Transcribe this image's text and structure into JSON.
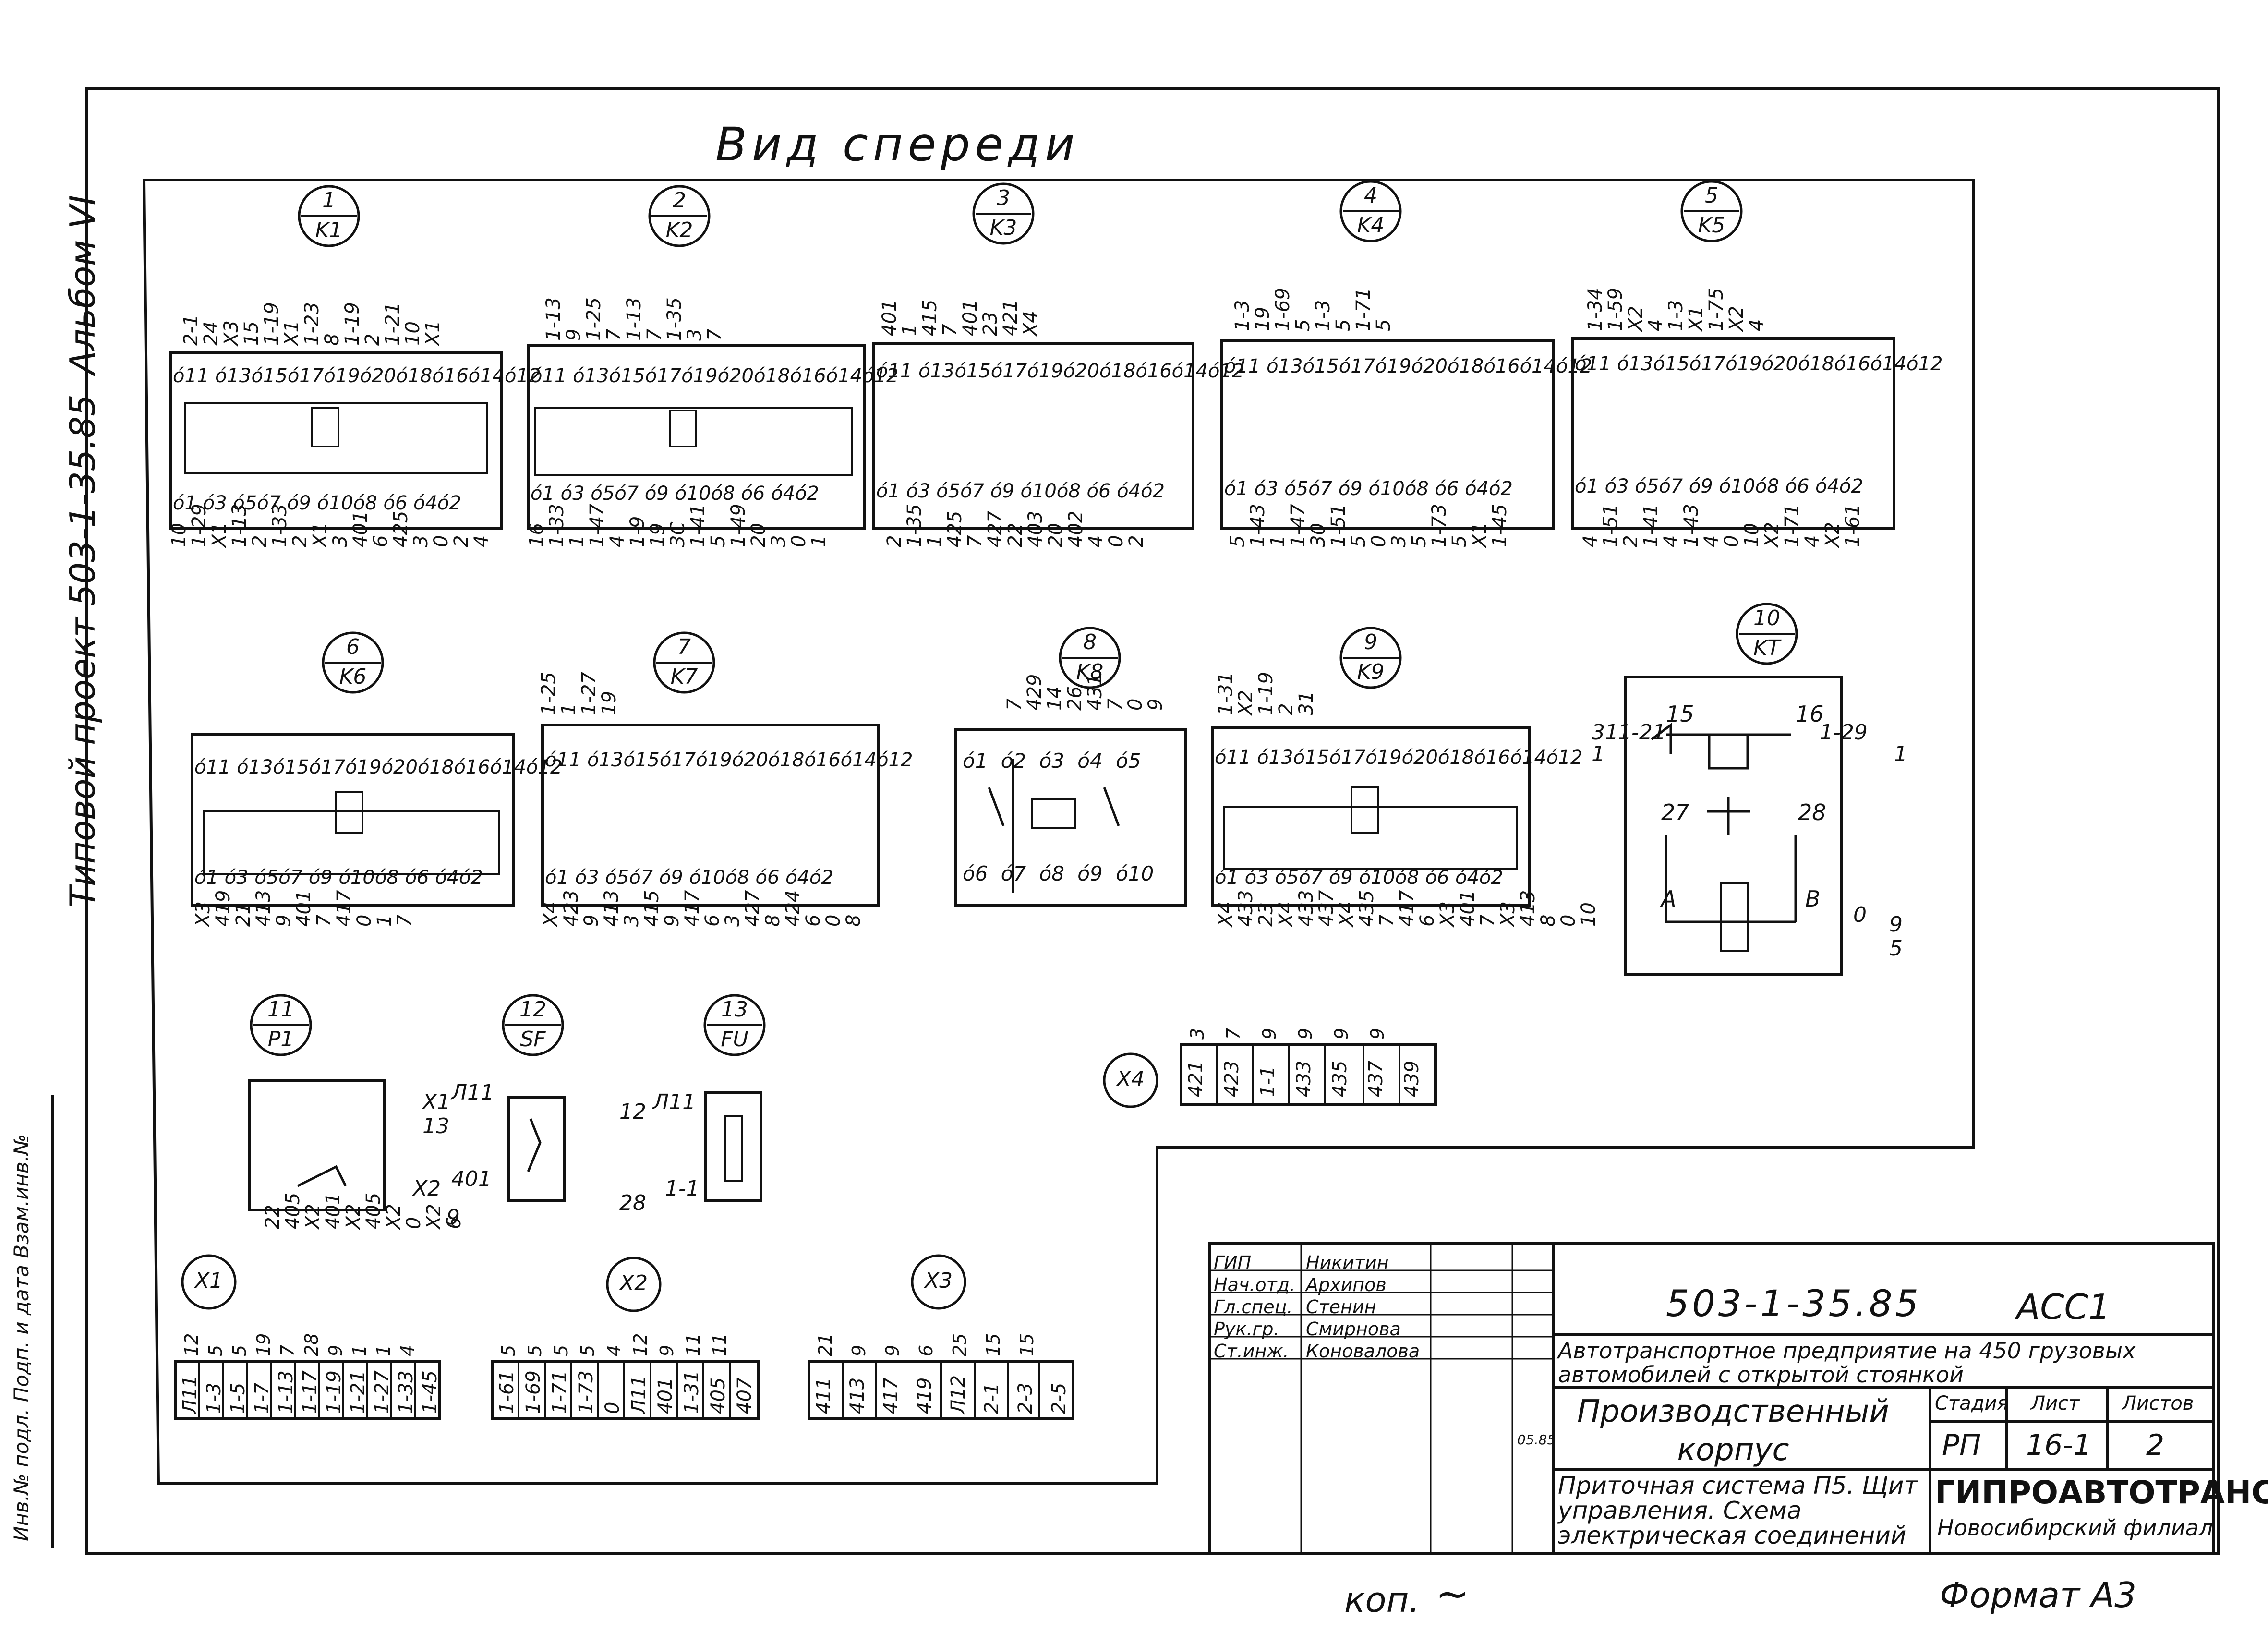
{
  "header": {
    "view_title": "Вид спереди"
  },
  "side": {
    "project": "Типовой проект 503-1-35.85",
    "album": "Альбом VI",
    "inventory": "Инв.№ подл. Подп. и дата Взам.инв.№"
  },
  "devices": [
    {
      "num": "1",
      "ref": "K1"
    },
    {
      "num": "2",
      "ref": "K2"
    },
    {
      "num": "3",
      "ref": "K3"
    },
    {
      "num": "4",
      "ref": "K4"
    },
    {
      "num": "5",
      "ref": "K5"
    },
    {
      "num": "6",
      "ref": "K6"
    },
    {
      "num": "7",
      "ref": "K7"
    },
    {
      "num": "8",
      "ref": "K8"
    },
    {
      "num": "9",
      "ref": "K9"
    },
    {
      "num": "10",
      "ref": "KT"
    },
    {
      "num": "11",
      "ref": "P1"
    },
    {
      "num": "12",
      "ref": "SF"
    },
    {
      "num": "13",
      "ref": "FU"
    }
  ],
  "terminals": {
    "top_row": "ó11 ó13ó15ó17ó19ó20ó18ó16ó14ó12",
    "bottom_row": "ó1 ó3 ó5ó7 ó9 ó10ó8 ó6 ó4ó2",
    "k8_top": "ó1 ó2 ó3 ó4 ó5",
    "k8_bottom": "ó6 ó7 ó8 ó9 ó10",
    "kt": [
      "15",
      "16",
      "27",
      "28",
      "A",
      "B"
    ]
  },
  "wire_labels": {
    "k1_top": [
      "2-1",
      "24",
      "X3",
      "15",
      "1-19",
      "X1",
      "1-23",
      "8",
      "1-19",
      "2",
      "1-21",
      "10",
      "X1"
    ],
    "k1_bottom": [
      "10",
      "1-29",
      "X1",
      "1-13",
      "2",
      "1-33",
      "2",
      "X1",
      "3",
      "401",
      "6",
      "425",
      "3",
      "0",
      "2",
      "4"
    ],
    "k2_top": [
      "1-13",
      "9",
      "1-25",
      "7",
      "1-13",
      "7",
      "1-35",
      "3",
      "7"
    ],
    "k2_bottom": [
      "16",
      "1-33",
      "1",
      "1-47",
      "4",
      "1-9",
      "19",
      "3C",
      "1-41",
      "5",
      "1-49",
      "20",
      "3",
      "0",
      "1"
    ],
    "k3_top": [
      "401",
      "1",
      "415",
      "7",
      "401",
      "23",
      "421",
      "X4"
    ],
    "k3_bottom": [
      "2",
      "1-35",
      "1",
      "425",
      "7",
      "427",
      "22",
      "403",
      "20",
      "402",
      "4",
      "0",
      "2"
    ],
    "k4_top": [
      "1-3",
      "19",
      "1-69",
      "5",
      "1-3",
      "5",
      "1-71",
      "5"
    ],
    "k4_bottom": [
      "5",
      "1-43",
      "1",
      "1-47",
      "30",
      "1-51",
      "5",
      "0",
      "3",
      "5",
      "1-73",
      "5",
      "X1",
      "1-45"
    ],
    "k5_top": [
      "1-34",
      "1-59",
      "X2",
      "4",
      "1-3",
      "X1",
      "1-75",
      "X2",
      "4"
    ],
    "k5_bottom": [
      "4",
      "1-51",
      "2",
      "1-41",
      "4",
      "1-43",
      "4",
      "0",
      "10",
      "X2",
      "1-71",
      "4",
      "X2",
      "1-61"
    ],
    "k6_bottom": [
      "X3",
      "419",
      "21",
      "413",
      "9",
      "401",
      "7",
      "417",
      "0",
      "1",
      "7"
    ],
    "k7_top": [
      "1-25",
      "1",
      "1-27",
      "19"
    ],
    "k7_bottom": [
      "X4",
      "423",
      "9",
      "413",
      "3",
      "415",
      "9",
      "417",
      "6",
      "3",
      "427",
      "8",
      "424",
      "6",
      "0",
      "8"
    ],
    "k8": [
      "7",
      "429",
      "14",
      "26",
      "431",
      "7",
      "0",
      "9"
    ],
    "k9_top": [
      "1-31",
      "X2",
      "1-19",
      "2",
      "31"
    ],
    "k9_bottom": [
      "X4",
      "433",
      "23",
      "X4",
      "433",
      "437",
      "X4",
      "435",
      "7",
      "417",
      "6",
      "X3",
      "401",
      "7",
      "X3",
      "413",
      "8",
      "0",
      "10"
    ],
    "kt": [
      "31",
      "1-21",
      "1",
      "1-29",
      "1",
      "0",
      "9",
      "5"
    ],
    "p1": [
      "22",
      "405",
      "X2",
      "401",
      "X2",
      "405",
      "X2",
      "0",
      "X2",
      "6"
    ],
    "sf": [
      "X1",
      "Л11",
      "13",
      "X2",
      "401",
      "9"
    ],
    "fu": [
      "12",
      "Л11",
      "28",
      "1-1"
    ]
  },
  "terminal_blocks": [
    {
      "id": "X1",
      "cells": [
        "Л11",
        "1-3",
        "1-5",
        "1-7",
        "1-13",
        "1-17",
        "1-19",
        "1-21",
        "1-27",
        "1-33",
        "1-45"
      ],
      "wires": [
        "12",
        "5",
        "5",
        "19",
        "7",
        "28",
        "9",
        "1",
        "1",
        "4"
      ]
    },
    {
      "id": "X2",
      "cells": [
        "1-61",
        "1-69",
        "1-71",
        "1-73",
        "0",
        "Л11",
        "401",
        "1-31",
        "405",
        "407"
      ],
      "wires": [
        "5",
        "5",
        "5",
        "5",
        "4",
        "12",
        "9",
        "11",
        "11"
      ]
    },
    {
      "id": "X3",
      "cells": [
        "411",
        "413",
        "417",
        "419",
        "Л12",
        "2-1",
        "2-3",
        "2-5"
      ],
      "wires": [
        "21",
        "9",
        "9",
        "6",
        "25",
        "15",
        "15"
      ]
    },
    {
      "id": "X4",
      "cells": [
        "421",
        "423",
        "1-1",
        "433",
        "435",
        "437",
        "439"
      ],
      "wires": [
        "3",
        "7",
        "9",
        "9",
        "9",
        "9"
      ]
    }
  ],
  "title_block": {
    "doc_number": "503-1-35.85",
    "sheet_code": "АСС1",
    "people": [
      {
        "role": "ГИП",
        "name": "Никитин"
      },
      {
        "role": "Нач.отд.",
        "name": "Архипов"
      },
      {
        "role": "Гл.спец.",
        "name": "Стенин"
      },
      {
        "role": "Рук.гр.",
        "name": "Смирнова"
      },
      {
        "role": "Ст.инж.",
        "name": "Коновалова"
      }
    ],
    "date": "05.85",
    "org_subject": "Автотранспортное предприятие на 450 грузовых автомобилей с открытой стоянкой",
    "building": "Производственный корпус",
    "stage_label": "Стадия",
    "sheet_label": "Лист",
    "sheets_label": "Листов",
    "stage": "РП",
    "sheet": "16-1",
    "sheets": "2",
    "drawing_title": "Приточная система П5. Щит управления. Схема электрическая соединений",
    "company": "ГИПРОАВТОТРАНС",
    "branch": "Новосибирский филиал"
  },
  "footer": {
    "copied": "коп.",
    "format": "Формат А3"
  }
}
